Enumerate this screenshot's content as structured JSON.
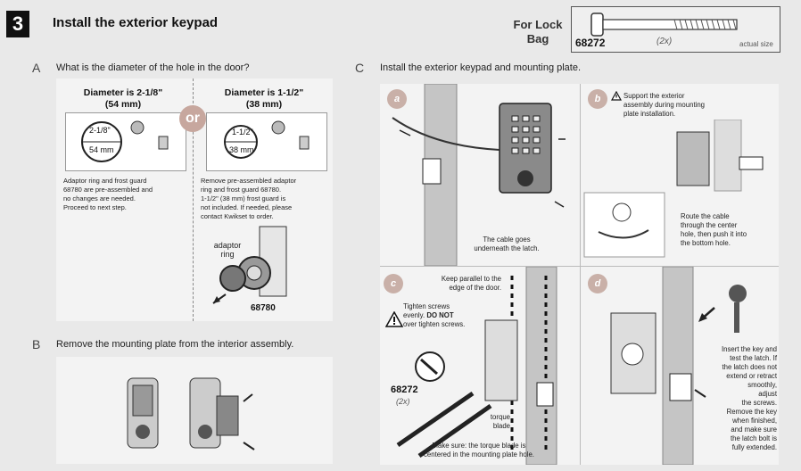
{
  "header": {
    "step_number": "3",
    "title": "Install the exterior keypad",
    "lock_bag_label_1": "For Lock",
    "lock_bag_label_2": "Bag",
    "part_number": "68272",
    "quantity": "(2x)",
    "actual_size": "actual size"
  },
  "sectionA": {
    "letter": "A",
    "question": "What is the diameter of the hole in the door?",
    "left": {
      "heading_1": "Diameter is 2-1/8\"",
      "heading_2": "(54 mm)",
      "dim_1": "2-1/8\"",
      "dim_2": "54 mm",
      "text_1": "Adaptor ring and frost guard",
      "text_2": "68780 are pre-assembled and",
      "text_3": "no changes are needed.",
      "text_4": "Proceed to next step."
    },
    "or_label": "or",
    "right": {
      "heading_1": "Diameter is 1-1/2\"",
      "heading_2": "(38 mm)",
      "dim_1": "1-1/2\"",
      "dim_2": "38 mm",
      "text_1": "Remove pre-assembled adaptor",
      "text_2": "ring and frost guard 68780.",
      "text_3": "1-1/2\" (38 mm) frost guard is",
      "text_4": "not included. If needed, please",
      "text_5": "contact Kwikset to order.",
      "adaptor_label_1": "adaptor",
      "adaptor_label_2": "ring",
      "part": "68780"
    }
  },
  "sectionB": {
    "letter": "B",
    "instruction": "Remove the mounting plate from the interior assembly."
  },
  "sectionC": {
    "letter": "C",
    "instruction": "Install the exterior keypad and mounting plate.",
    "a": {
      "label": "a",
      "caption_1": "The cable goes",
      "caption_2": "underneath the latch."
    },
    "b": {
      "label": "b",
      "warn_1": "Support the exterior",
      "warn_2": "assembly during mounting",
      "warn_3": "plate installation.",
      "route_1": "Route the cable",
      "route_2": "through the center",
      "route_3": "hole, then push it into",
      "route_4": "the bottom hole."
    },
    "c": {
      "label": "c",
      "parallel_1": "Keep parallel to the",
      "parallel_2": "edge of the door.",
      "tighten_1": "Tighten screws",
      "tighten_2a": "evenly.",
      "tighten_2b": "DO NOT",
      "tighten_3": "over tighten screws.",
      "part": "68272",
      "qty": "(2x)",
      "torque_1": "torque",
      "torque_2": "blade",
      "make_sure_1": "Make sure: the torque blade is",
      "make_sure_2": "centered in the mounting plate hole."
    },
    "d": {
      "label": "d",
      "lines": [
        "Insert the key and",
        "test the latch. If",
        "the latch does not",
        "extend or retract",
        "smoothly,",
        "adjust",
        "the screws.",
        "Remove the key",
        "when finished,",
        "and make sure",
        "the latch bolt is",
        "fully extended."
      ]
    }
  }
}
